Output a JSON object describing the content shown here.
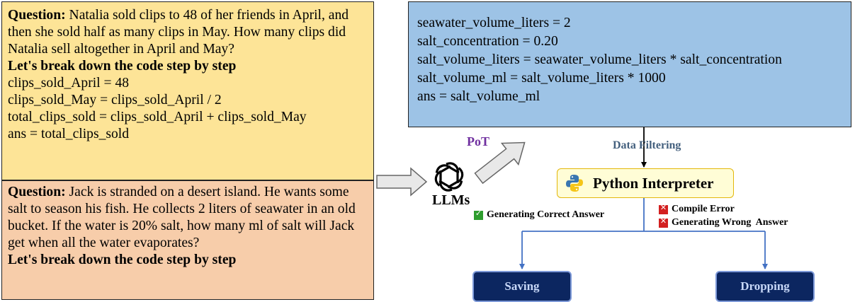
{
  "question1": {
    "label": "Question:",
    "text": " Natalia sold clips to 48 of her friends in April, and then she sold half as many clips in May. How many clips did Natalia sell altogether in April and May?",
    "header": "Let's break down the code step by step",
    "code": [
      "clips_sold_April = 48",
      "clips_sold_May = clips_sold_April / 2",
      "total_clips_sold = clips_sold_April + clips_sold_May",
      "ans = total_clips_sold"
    ]
  },
  "question2": {
    "label": "Question:",
    "text": " Jack is stranded on a desert island. He wants some salt to season his fish. He collects 2 liters of seawater in an old bucket. If the water is 20% salt, how many ml of salt will Jack get when all the water evaporates?",
    "header": "Let's break down the code step by step"
  },
  "code_box": {
    "lines": [
      "seawater_volume_liters = 2",
      "salt_concentration = 0.20",
      "salt_volume_liters = seawater_volume_liters * salt_concentration",
      "salt_volume_ml = salt_volume_liters * 1000",
      "ans = salt_volume_ml"
    ]
  },
  "labels": {
    "pot": "PoT",
    "llms": "LLMs",
    "data_filtering": "Data Filtering",
    "interpreter": "Python Interpreter",
    "correct": "Generating Correct Answer",
    "compile_error": "Compile Error",
    "wrong": "Generating Wrong  Answer",
    "saving": "Saving",
    "dropping": "Dropping"
  },
  "colors": {
    "question1_bg": "#fde497",
    "question2_bg": "#f7cdaa",
    "code_bg": "#9dc3e6",
    "interpreter_bg": "#fffdd6",
    "button_bg": "#0c2660",
    "arrow": "#4472c4",
    "pot_text": "#7030a0"
  },
  "icons": [
    "openai-logo-icon",
    "python-logo-icon",
    "check-icon",
    "error-icon"
  ]
}
